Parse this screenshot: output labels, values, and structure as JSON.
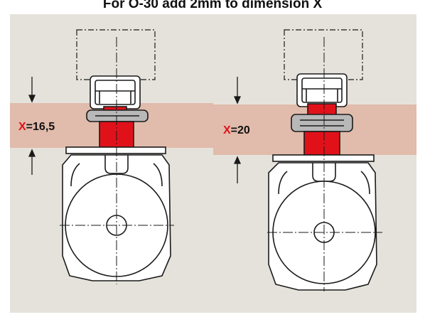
{
  "title": "For O-30 add 2mm to dimension X",
  "left_dimension": {
    "letter": "X",
    "value": "=16,5"
  },
  "right_dimension": {
    "letter": "X",
    "value": "=20"
  },
  "colors": {
    "background": "#e5e2db",
    "band": "#e1bbab",
    "accent_red": "#e1111a",
    "outline": "#1a1a1a",
    "gray_nut": "#b8b8b8"
  }
}
